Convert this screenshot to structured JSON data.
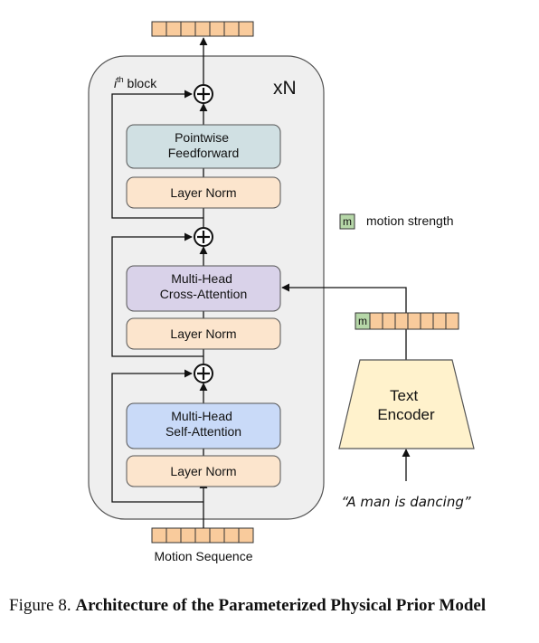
{
  "block": {
    "label": "i",
    "label_sup": "th",
    "label_rest": " block",
    "repeat": "xN"
  },
  "boxes": {
    "ffn": [
      "Pointwise",
      "Feedforward"
    ],
    "ln_top": "Layer Norm",
    "cross_attn": [
      "Multi-Head",
      "Cross-Attention"
    ],
    "ln_mid": "Layer Norm",
    "self_attn": [
      "Multi-Head",
      "Self-Attention"
    ],
    "ln_bot": "Layer Norm"
  },
  "input_label": "Motion Sequence",
  "legend": {
    "token": "m",
    "text": "motion strength"
  },
  "text_token_prefix": "m",
  "encoder": [
    "Text",
    "Encoder"
  ],
  "prompt": "“A man is dancing”",
  "caption": {
    "prefix": "Figure 8.",
    "title": "Architecture of the Parameterized Physical Prior Model"
  },
  "colors": {
    "token_orange": "#f9cb9c",
    "token_green": "#b6d7a8",
    "block_bg": "#efefef",
    "ffn": "#d0e0e3",
    "layer_norm": "#fce5cd",
    "cross_attn": "#d9d2e9",
    "self_attn": "#c9daf8",
    "encoder": "#fff2cc"
  }
}
